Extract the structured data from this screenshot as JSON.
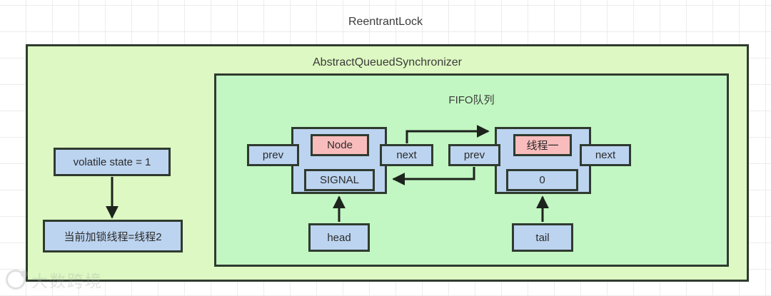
{
  "diagram": {
    "outer": {
      "title": "ReentrantLock"
    },
    "aqs": {
      "title": "AbstractQueuedSynchronizer"
    },
    "fifo": {
      "title": "FIFO队列"
    },
    "state_box": {
      "label": "volatile state = 1"
    },
    "owner_box": {
      "label": "当前加锁线程=线程2"
    },
    "nodes": [
      {
        "type_label": "Node",
        "status_label": "SIGNAL",
        "prev_label": "prev",
        "next_label": "next",
        "pointer_label": "head"
      },
      {
        "type_label": "线程一",
        "status_label": "0",
        "prev_label": "prev",
        "next_label": "next",
        "pointer_label": "tail"
      }
    ],
    "watermark": {
      "text": "大数跨境"
    },
    "colors": {
      "outer_fill": "#ddf8c2",
      "inner_fill": "#c2f6c2",
      "cell_fill": "#bcd4f0",
      "highlight_fill": "#f9bcbc",
      "stroke": "#2f3b2f",
      "grid": "#ececec"
    }
  }
}
